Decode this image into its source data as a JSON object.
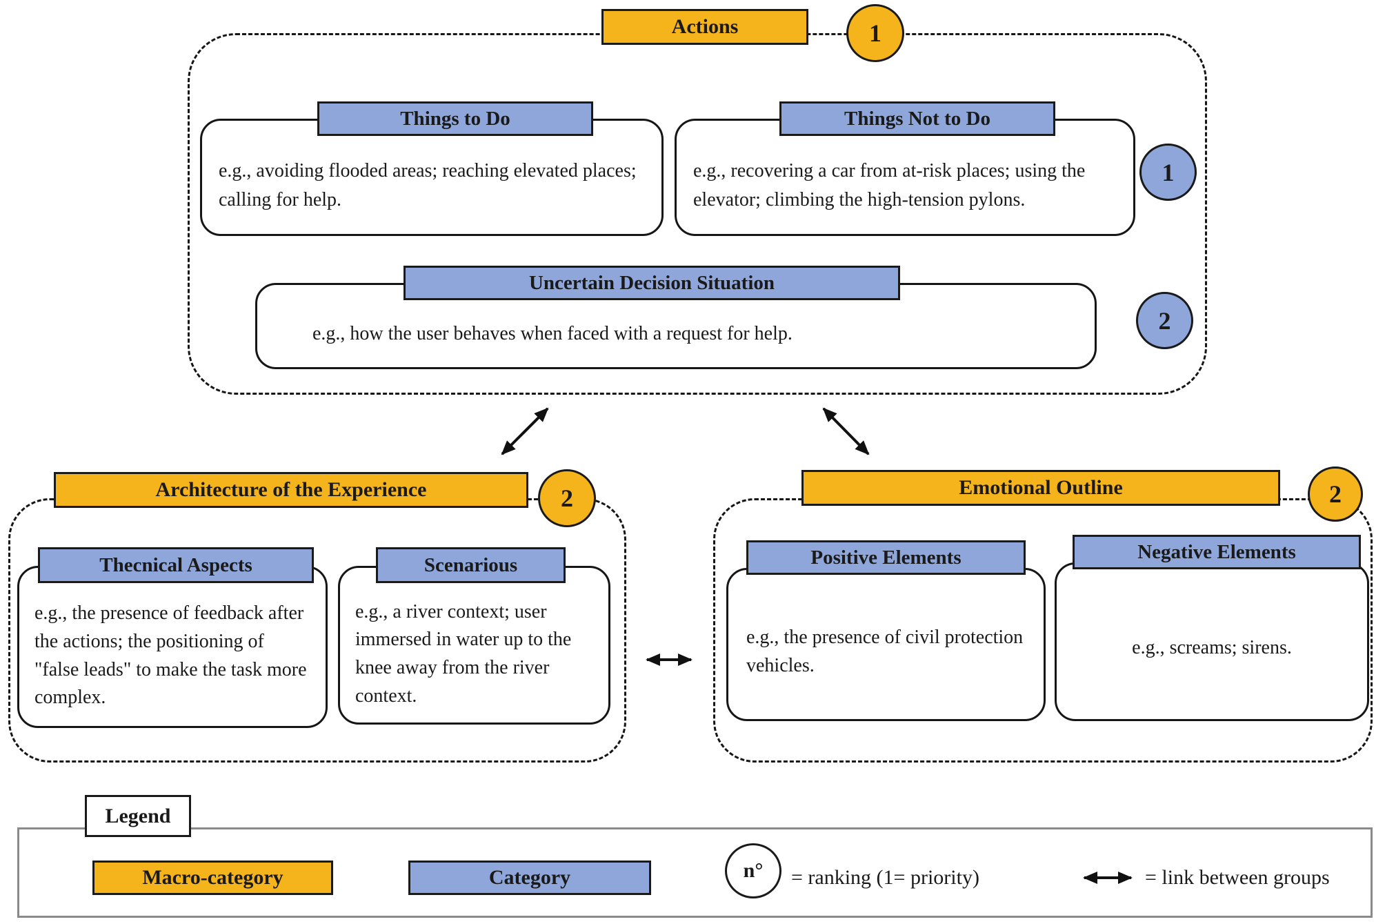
{
  "diagram": {
    "groups": {
      "actions": {
        "title": "Actions",
        "rank": "1",
        "children": {
          "things_to_do": {
            "title": "Things to Do",
            "text": "e.g., avoiding flooded areas; reaching elevated places; calling for help."
          },
          "things_not_to_do": {
            "title": "Things Not to Do",
            "text": "e.g., recovering a car from at-risk places; using the elevator; climbing the high-tension pylons.",
            "rank": "1"
          },
          "uncertain_decision": {
            "title": "Uncertain Decision Situation",
            "text": "e.g., how the user behaves when faced with a request for help.",
            "rank": "2"
          }
        }
      },
      "architecture": {
        "title": "Architecture of the Experience",
        "rank": "2",
        "children": {
          "technical": {
            "title": "Thecnical Aspects",
            "text": "e.g., the presence of feedback after the actions; the positioning of \"false leads\" to make the task more complex."
          },
          "scenarios": {
            "title": "Scenarious",
            "text": "e.g., a river context; user immersed in water up to the knee away from the river context."
          }
        }
      },
      "emotional": {
        "title": "Emotional Outline",
        "rank": "2",
        "children": {
          "positive": {
            "title": "Positive Elements",
            "text": "e.g., the presence of civil protection vehicles."
          },
          "negative": {
            "title": "Negative Elements",
            "text": "e.g., screams; sirens."
          }
        }
      }
    },
    "legend": {
      "title": "Legend",
      "macro_category_label": "Macro-category",
      "category_label": "Category",
      "ranking_symbol": "n°",
      "ranking_label": "= ranking (1= priority)",
      "link_label": "= link between groups"
    },
    "colors": {
      "macro_category": "#F5B31C",
      "category": "#8EA6D9",
      "border": "#1a1a1a"
    }
  }
}
